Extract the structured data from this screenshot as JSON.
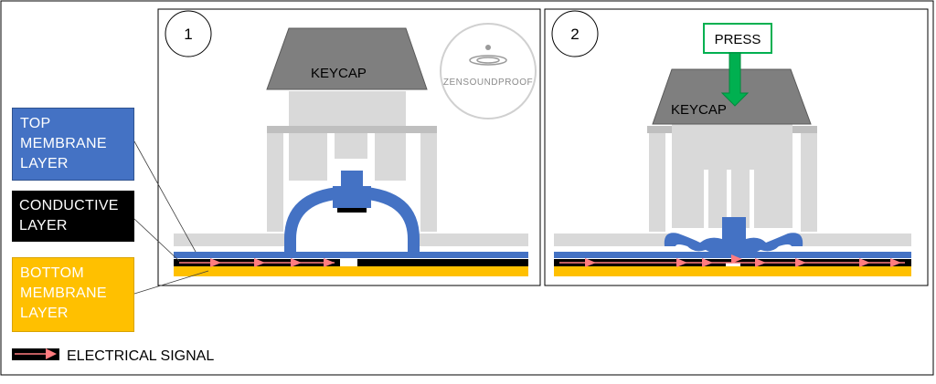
{
  "labels": {
    "top_membrane": [
      "TOP",
      "MEMBRANE",
      "LAYER"
    ],
    "conductive": [
      "CONDUCTIVE",
      "LAYER"
    ],
    "bottom_membrane": [
      "BOTTOM",
      "MEMBRANE",
      "LAYER"
    ]
  },
  "legend": {
    "text": "ELECTRICAL SIGNAL"
  },
  "panel1": {
    "number": "1",
    "keycap_label": "KEYCAP",
    "watermark": "ZENSOUNDPROOF"
  },
  "panel2": {
    "number": "2",
    "keycap_label": "KEYCAP",
    "press_label": "PRESS"
  },
  "colors": {
    "top_membrane": "#4472c4",
    "conductive": "#000000",
    "bottom_membrane": "#ffc000",
    "keycap": "#7f7f7f",
    "housing": "#d9d9d9",
    "signal_arrow": "#ff7c80",
    "press_arrow": "#00b050"
  }
}
